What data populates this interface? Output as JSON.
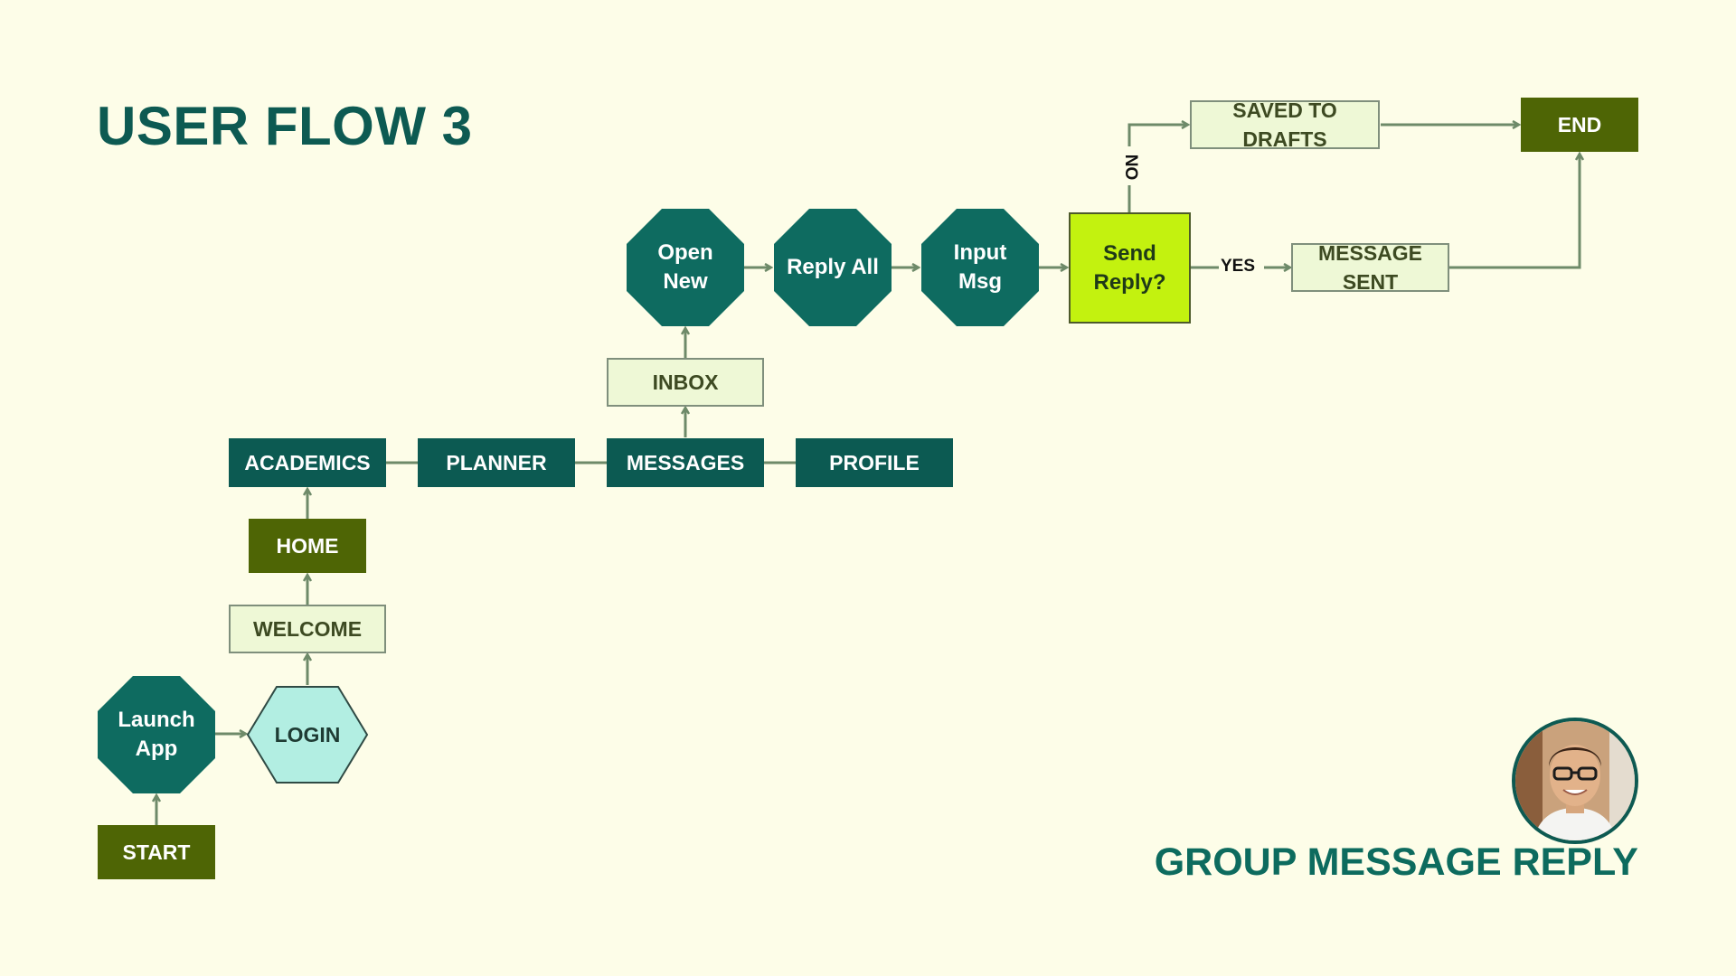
{
  "header": {
    "title": "USER FLOW 3"
  },
  "footer": {
    "subtitle": "GROUP MESSAGE REPLY"
  },
  "nodes": {
    "start": "START",
    "launch_app": "Launch App",
    "login": "LOGIN",
    "welcome": "WELCOME",
    "home": "HOME",
    "academics": "ACADEMICS",
    "planner": "PLANNER",
    "messages": "MESSAGES",
    "profile": "PROFILE",
    "inbox": "INBOX",
    "open_new": "Open New",
    "reply_all": "Reply All",
    "input_msg": "Input Msg",
    "send_reply": "Send Reply?",
    "saved_to_drafts": "SAVED TO DRAFTS",
    "message_sent": "MESSAGE SENT",
    "end": "END"
  },
  "edge_labels": {
    "no": "NO",
    "yes": "YES"
  },
  "colors": {
    "background": "#fdfde8",
    "olive": "#4e6505",
    "teal": "#0c5a52",
    "octagon": "#0e6b60",
    "decision": "#c3f20f",
    "light_box": "#eef8d6",
    "login_hexagon": "#b2eee2",
    "connector": "#6e8a69"
  },
  "icons": {
    "avatar": "user-avatar-photo"
  }
}
